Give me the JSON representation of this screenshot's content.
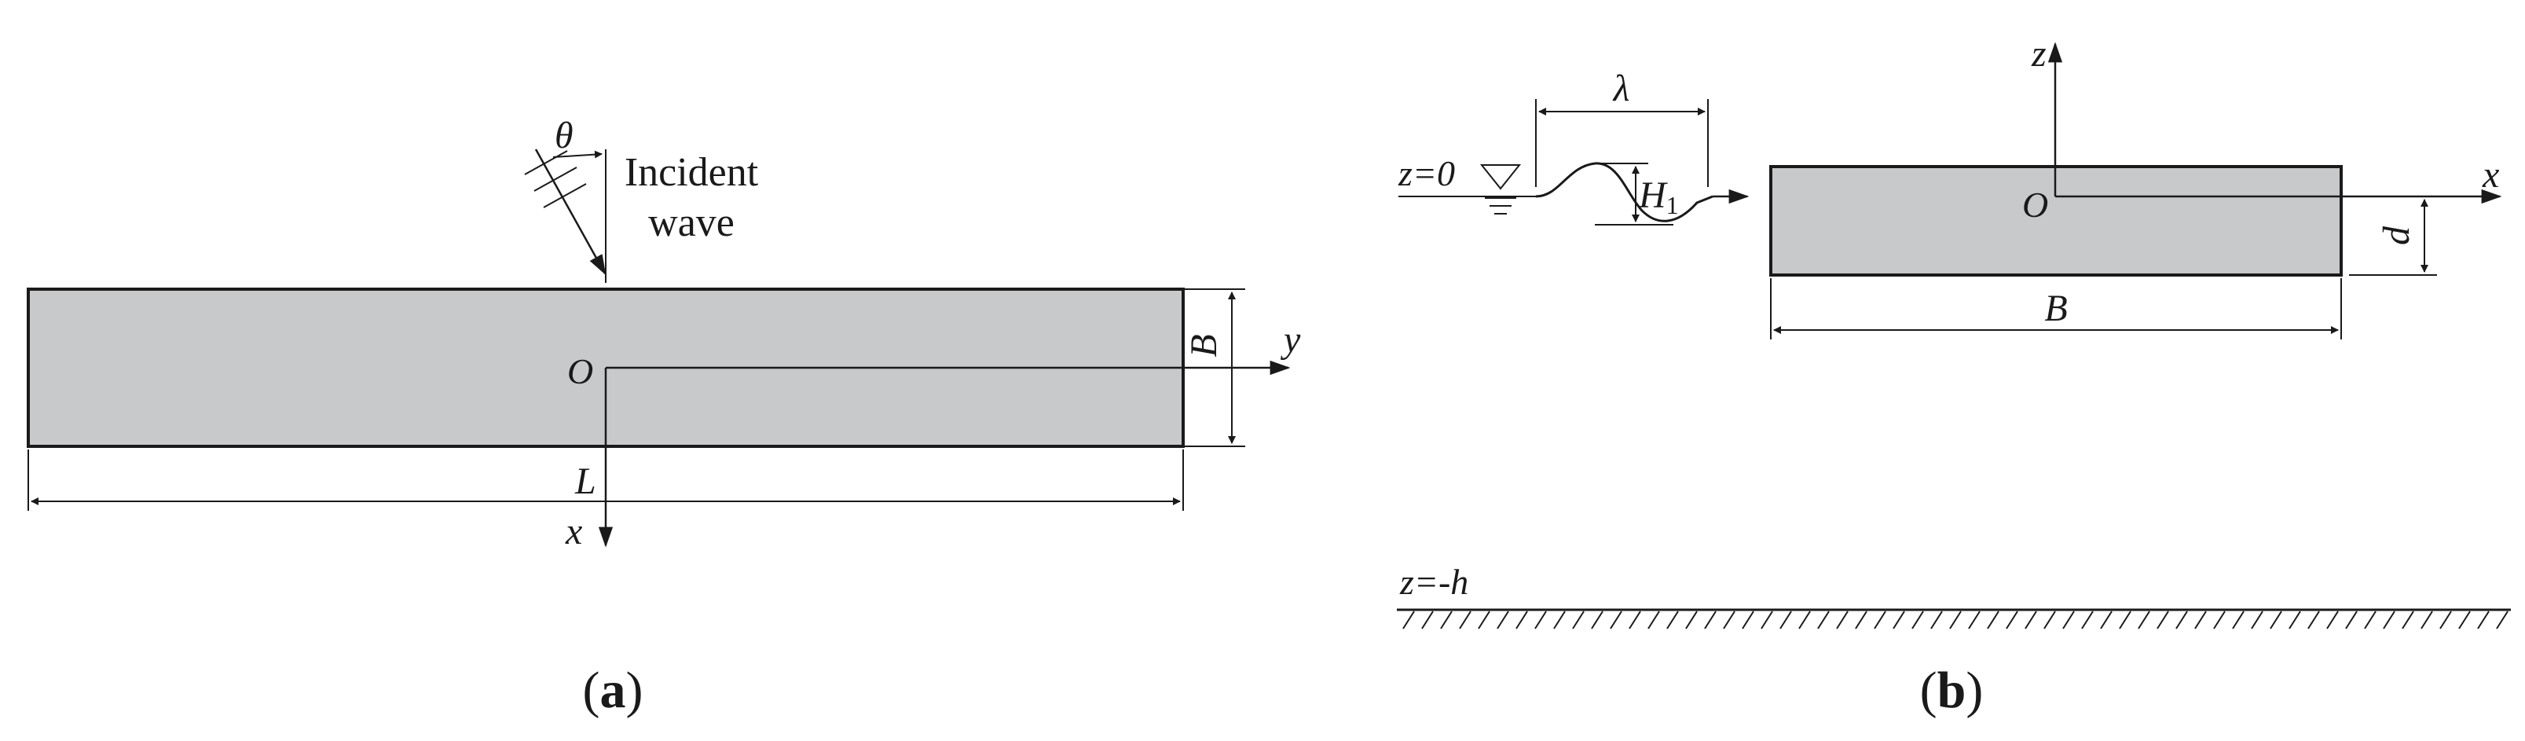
{
  "panel_a": {
    "incident_line1": "Incident",
    "incident_line2": "wave",
    "theta": "θ",
    "origin": "O",
    "axis_y": "y",
    "axis_x": "x",
    "dim_B": "B",
    "dim_L": "L",
    "caption_open": "(",
    "caption_letter": "a",
    "caption_close": ")"
  },
  "panel_b": {
    "z0_label": "z=0",
    "lambda": "λ",
    "wave_height": "H",
    "wave_height_sub": "1",
    "axis_z": "z",
    "axis_x": "x",
    "origin": "O",
    "dim_d": "d",
    "dim_B": "B",
    "seabed_label": "z=-h",
    "caption_open": "(",
    "caption_letter": "b",
    "caption_close": ")"
  },
  "colors": {
    "body_fill": "#c8c9cb",
    "stroke": "#1a1a1a"
  }
}
